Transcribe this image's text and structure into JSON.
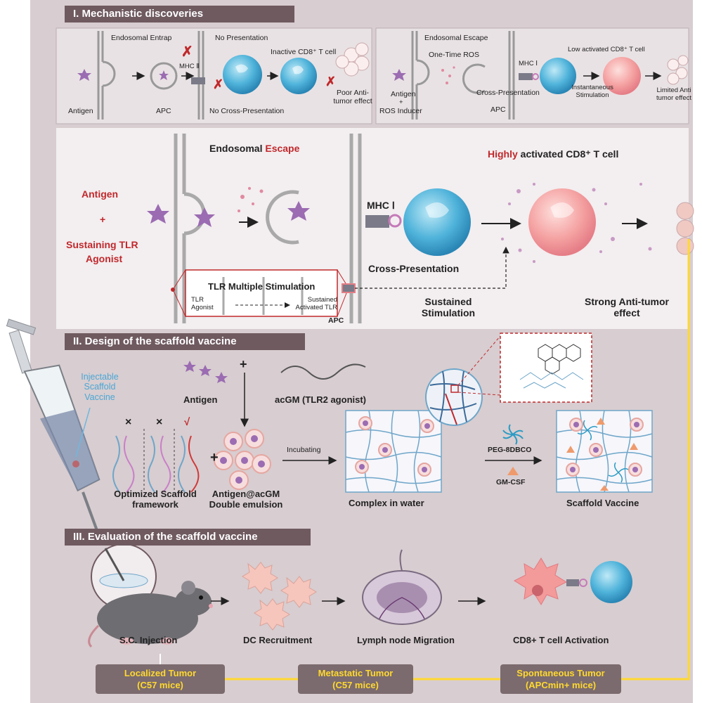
{
  "section1": {
    "title": "I. Mechanistic discoveries",
    "left": {
      "endosomal_entrap": "Endosomal Entrap",
      "no_presentation": "No Presentation",
      "mhc": "MHC Ⅱ",
      "inactive_tcell": "Inactive CD8⁺ T cell",
      "antigen": "Antigen",
      "apc": "APC",
      "no_cross_presentation": "No Cross-Presentation",
      "poor_effect": "Poor Anti-tumor effect"
    },
    "right": {
      "endosomal_escape": "Endosomal Escape",
      "one_time_ros": "One-Time ROS",
      "mhc": "MHC Ⅰ",
      "low_activated": "Low activated CD8⁺ T cell",
      "antigen": "Antigen",
      "plus": "+",
      "ros_inducer": "ROS Inducer",
      "cross_presentation": "Cross-Presentation",
      "apc": "APC",
      "instantaneous": "Instantaneous Stimulation",
      "limited_effect": "Limited Anti tumor effect"
    },
    "main": {
      "endosomal": "Endosomal",
      "escape": "Escape",
      "highly": "Highly",
      "activated_tcell": "activated CD8⁺ T cell",
      "antigen": "Antigen",
      "plus": "+",
      "sustaining_tlr": "Sustaining TLR",
      "agonist": "Agonist",
      "mhc": "MHC Ⅰ",
      "cross_presentation": "Cross-Presentation",
      "tlr_multiple": "TLR Multiple Stimulation",
      "tlr_agonist": "TLR Agonist",
      "sustained_activated_tlr": "Sustained Activated TLR",
      "apc": "APC",
      "sustained_stimulation": "Sustained Stimulation",
      "strong_effect": "Strong Anti-tumor effect"
    }
  },
  "section2": {
    "title": "II. Design of the scaffold vaccine",
    "injectable": "Injectable Scaffold Vaccine",
    "antigen": "Antigen",
    "plus": "+",
    "acgm": "acGM (TLR2 agonist)",
    "cross1": "×",
    "cross2": "×",
    "check": "√",
    "optimized": "Optimized Scaffold framework",
    "antigen_acgm": "Antigen@acGM Double emulsion",
    "incubating": "Incubating",
    "complex": "Complex in water",
    "peg": "PEG-8DBCO",
    "gmcsf": "GM-CSF",
    "scaffold_vaccine": "Scaffold Vaccine"
  },
  "section3": {
    "title": "III. Evaluation of the scaffold vaccine",
    "steps": [
      "S.C. Injection",
      "DC Recruitment",
      "Lymph node Migration",
      "CD8+ T cell Activation"
    ],
    "tumors": [
      {
        "line1": "Localized Tumor",
        "line2": "(C57 mice)"
      },
      {
        "line1": "Metastatic Tumor",
        "line2": "(C57 mice)"
      },
      {
        "line1": "Spontaneous Tumor",
        "line2": "(APCmin+ mice)"
      }
    ]
  },
  "colors": {
    "panel": "#d8cdd0",
    "tab": "#6f5a60",
    "yellow_line": "#ffd92e",
    "antigen": "#9b6cb2",
    "tcell_blue": "#4fb3da",
    "tcell_red": "#f39a9a"
  }
}
